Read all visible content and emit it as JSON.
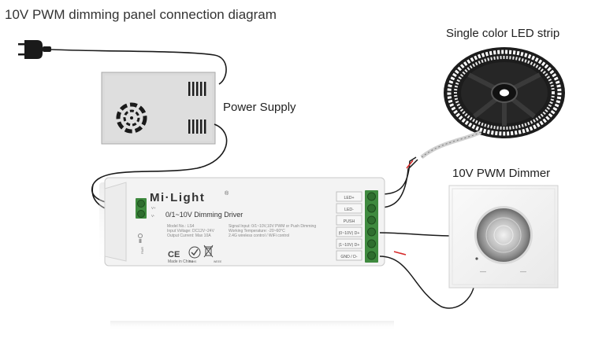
{
  "title": "10V PWM dimming panel connection diagram",
  "labels": {
    "power_supply": "Power Supply",
    "led_strip": "Single color LED strip",
    "dimmer": "10V PWM Dimmer"
  },
  "driver": {
    "brand": "Mi·Light",
    "registered": "®",
    "product": "0/1~10V Dimming Driver",
    "specs_left": [
      "Model No.: LS4",
      "Input Voltage: DC12V~24V",
      "Output Current: Max 10A"
    ],
    "specs_right": [
      "Signal Input: 0/1~10V,10V PWM or Push Dimming",
      "Working Temperature: -20~60°C",
      "2.4G wireless control / WiFi control"
    ],
    "input_terminals": [
      "V+",
      "V-"
    ],
    "output_terminals": [
      "LED+",
      "LED-",
      "PUSH",
      "(0~10V) D+",
      "(1~10V) D+",
      "GND / D-"
    ],
    "made_in": "Made in China",
    "certifications": [
      "CE",
      "RoHS",
      "WEEE"
    ],
    "pair_label": "PAIR"
  },
  "colors": {
    "wire": "#1a1a1a",
    "wire_red": "#d62b2b",
    "terminal_green": "#3f8a3f",
    "driver_body": "#f3f3f3",
    "psu_body": "#d9d9d9"
  }
}
